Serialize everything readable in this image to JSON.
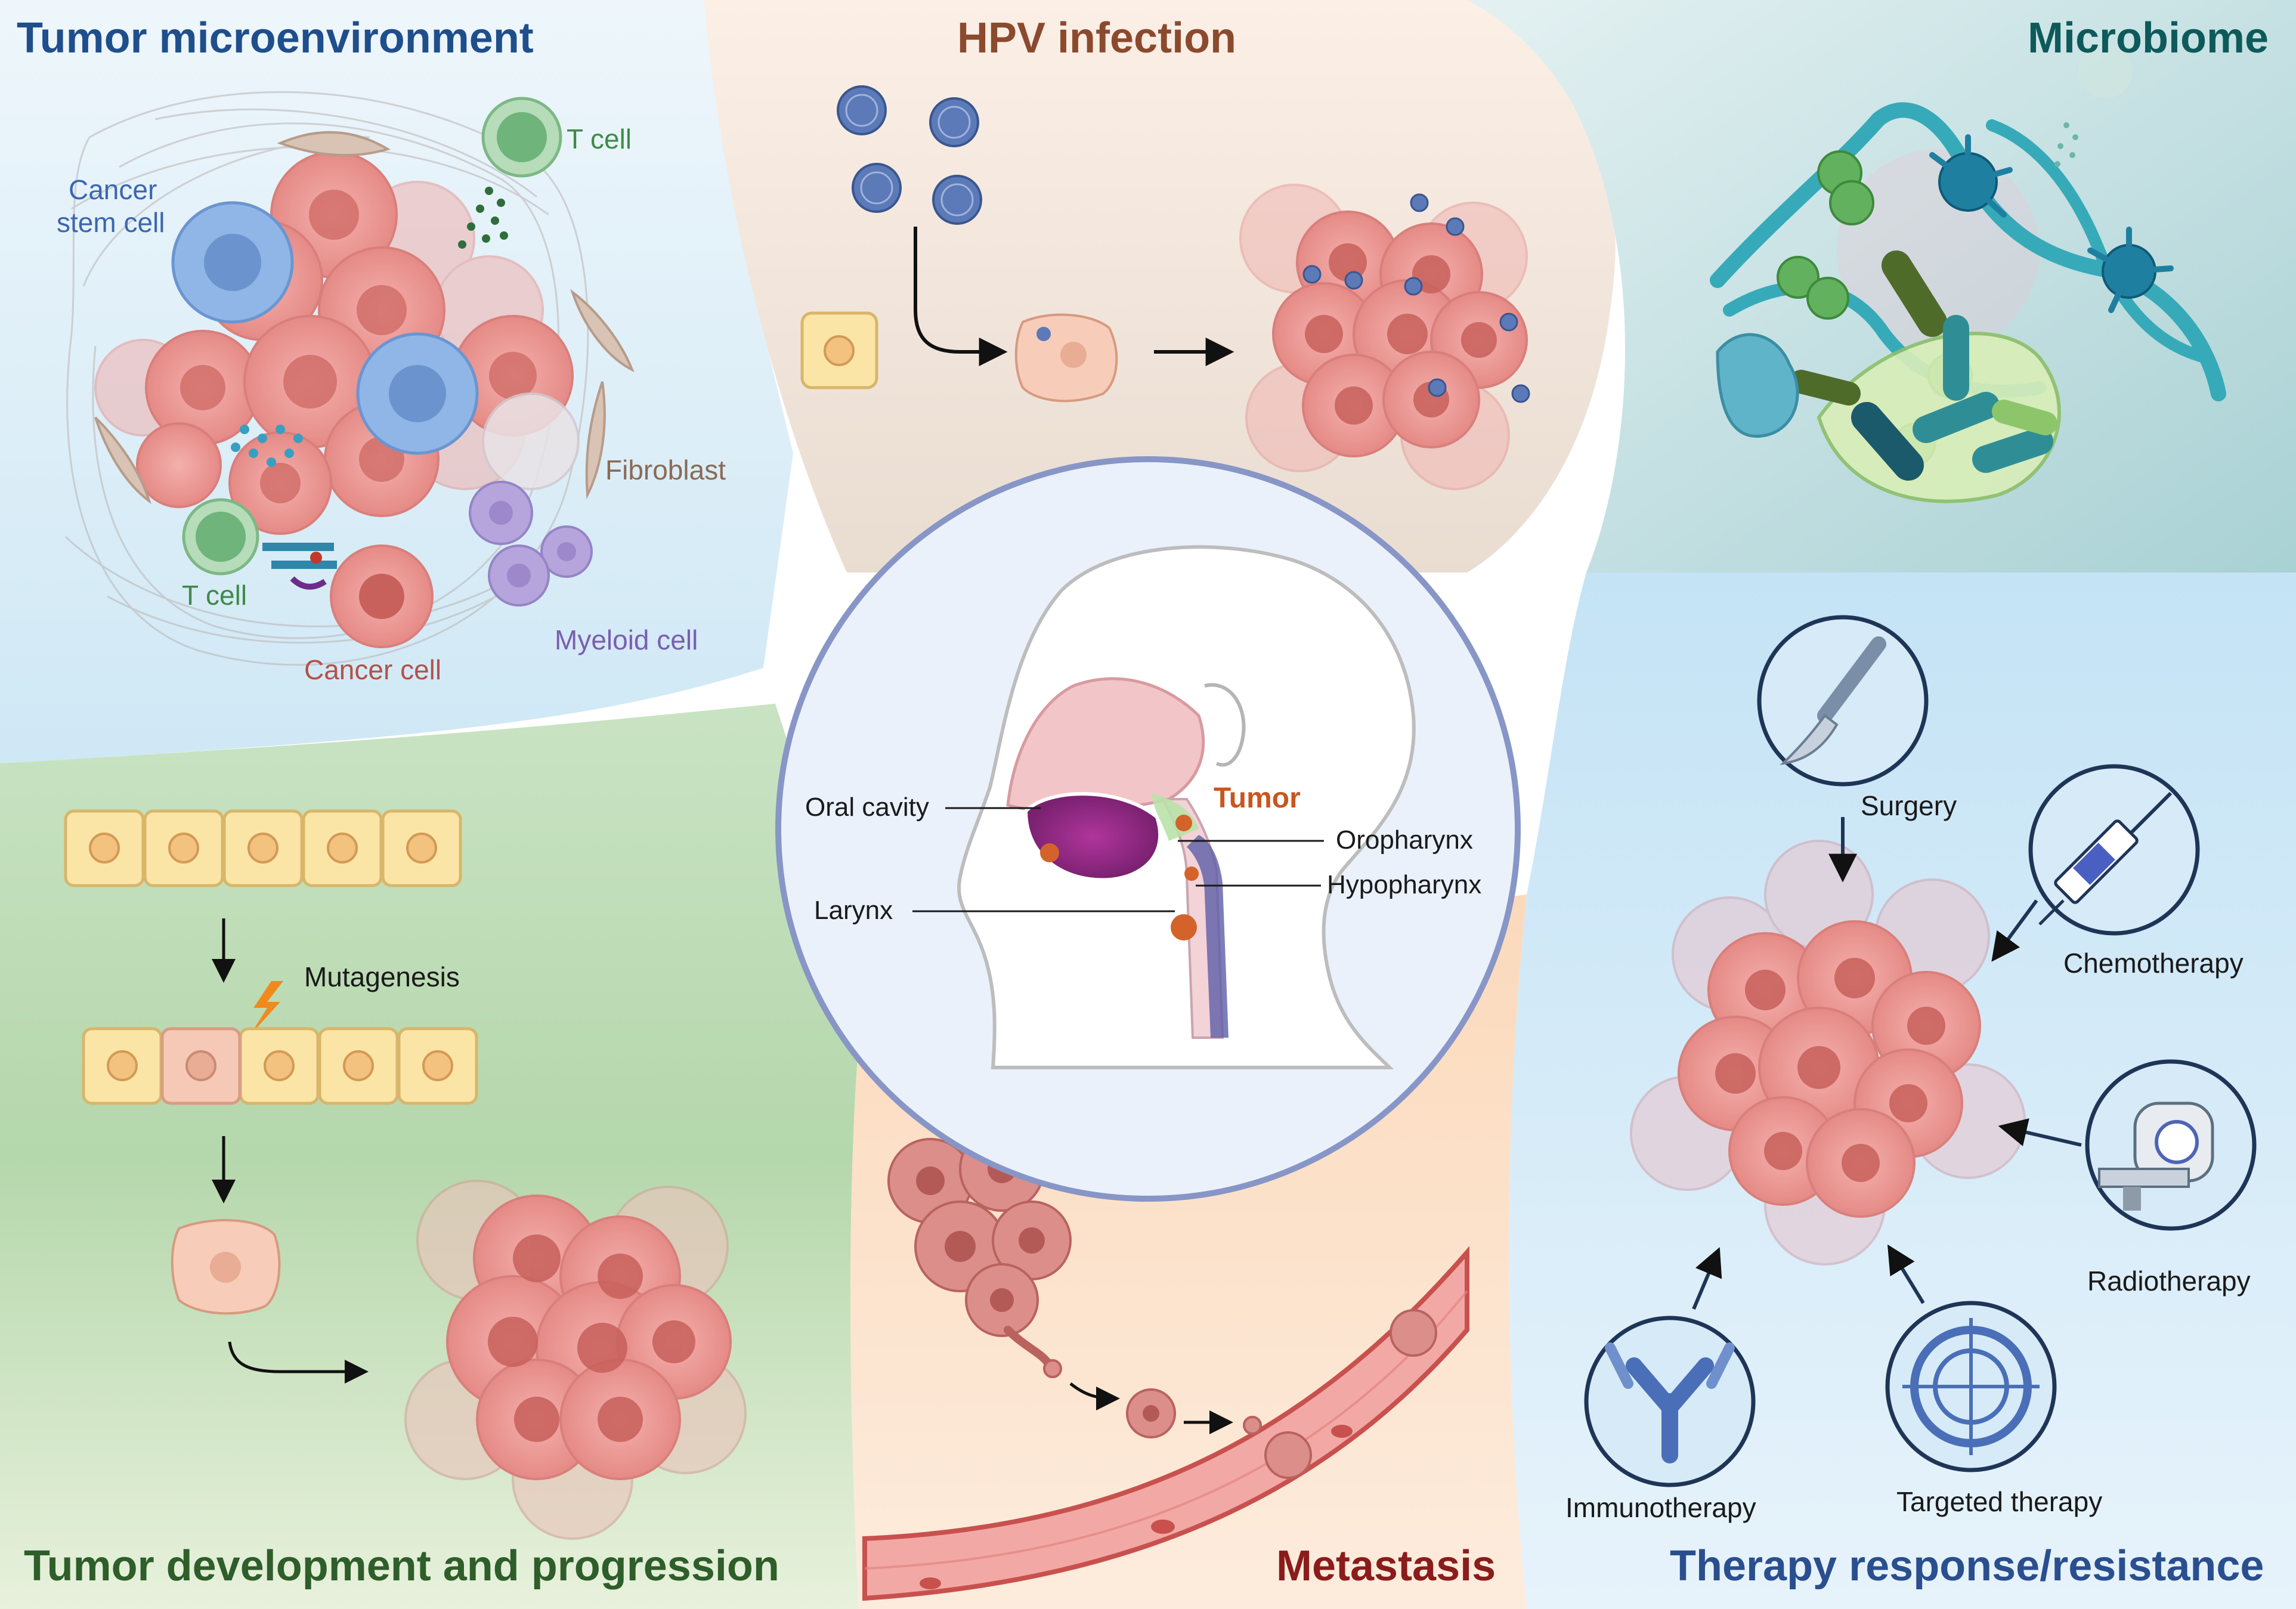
{
  "titles": {
    "tumor_microenvironment": "Tumor microenvironment",
    "hpv_infection": "HPV infection",
    "microbiome": "Microbiome",
    "tumor_development": "Tumor development and progression",
    "metastasis": "Metastasis",
    "therapy": "Therapy response/resistance"
  },
  "tme_labels": {
    "t_cell_top": "T cell",
    "cancer_stem_cell_1": "Cancer",
    "cancer_stem_cell_2": "stem cell",
    "fibroblast": "Fibroblast",
    "t_cell_bottom": "T cell",
    "cancer_cell": "Cancer cell",
    "myeloid_cell": "Myeloid cell"
  },
  "development_labels": {
    "mutagenesis": "Mutagenesis"
  },
  "anatomy_labels": {
    "oral_cavity": "Oral cavity",
    "tumor": "Tumor",
    "oropharynx": "Oropharynx",
    "hypopharynx": "Hypopharynx",
    "larynx": "Larynx"
  },
  "therapy_labels": {
    "surgery": "Surgery",
    "chemotherapy": "Chemotherapy",
    "radiotherapy": "Radiotherapy",
    "immunotherapy": "Immunotherapy",
    "targeted_therapy": "Targeted therapy"
  },
  "colors": {
    "tme_title": "#1f4e8c",
    "hpv_title": "#8b4a2e",
    "microbiome_title": "#0e5a5a",
    "development_title": "#2e5e2a",
    "metastasis_title": "#8a1c1c",
    "therapy_title": "#2a4f8f",
    "t_cell_label": "#3f8a4a",
    "stem_cell_label": "#3b66b0",
    "fibroblast_label": "#8a6a55",
    "cancer_cell_label": "#b5504a",
    "myeloid_label": "#7a5fb0",
    "tumor_label": "#c8561e"
  }
}
